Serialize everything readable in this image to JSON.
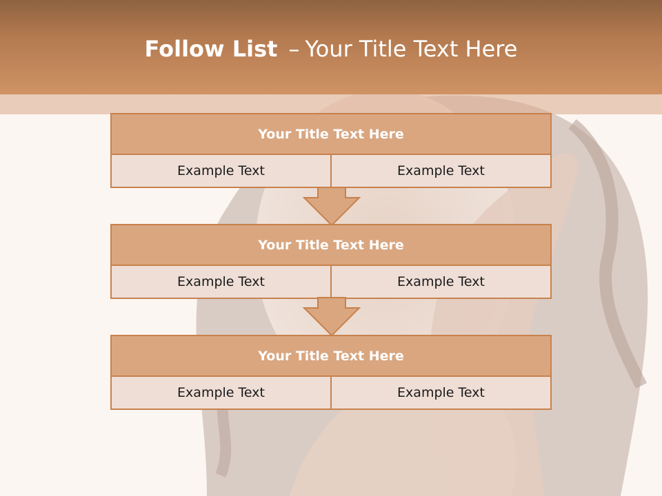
{
  "slide": {
    "title_bold": "Follow List",
    "title_separator": "–",
    "title_rest": "Your Title Text Here"
  },
  "boxes": [
    {
      "title": "Your Title Text Here",
      "left": "Example Text",
      "right": "Example Text"
    },
    {
      "title": "Your Title Text Here",
      "left": "Example Text",
      "right": "Example Text"
    },
    {
      "title": "Your Title Text Here",
      "left": "Example Text",
      "right": "Example Text"
    }
  ],
  "colors": {
    "header": "#c68a5c",
    "box_title": "#d9a680",
    "box_border": "#c8814c",
    "box_cell": "#eeded6"
  },
  "icons": [
    "down-arrow-icon",
    "down-arrow-icon"
  ]
}
